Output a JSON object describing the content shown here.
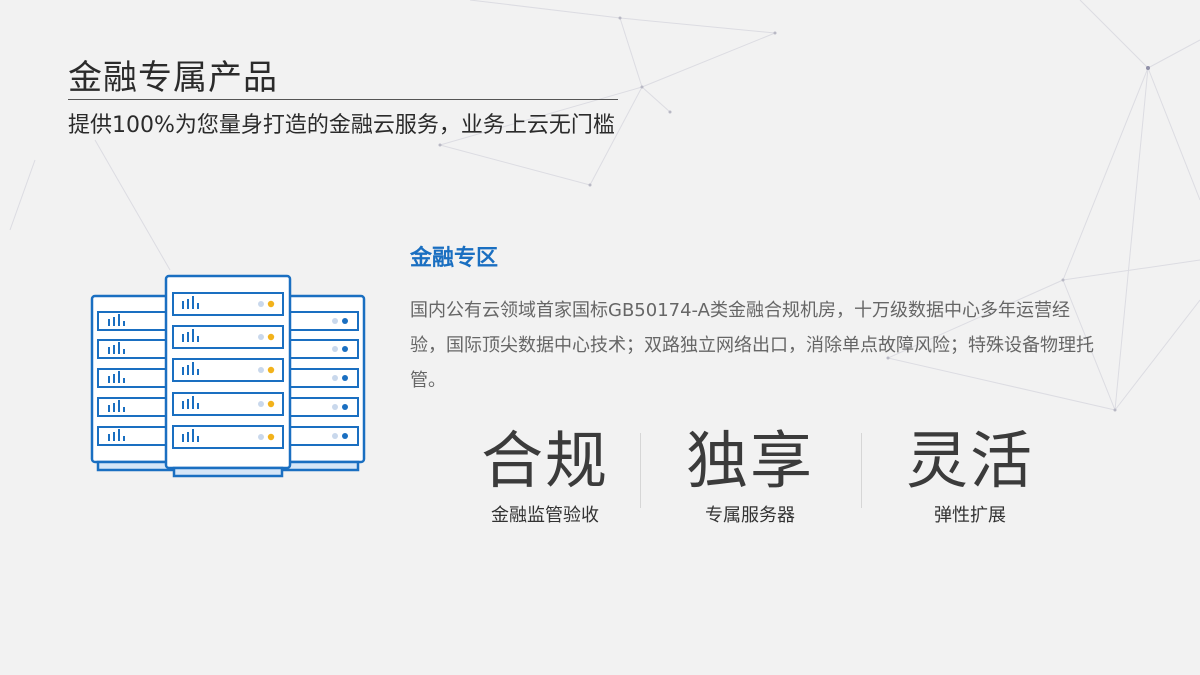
{
  "header": {
    "title": "金融专属产品",
    "subtitle": "提供100%为您量身打造的金融云服务，业务上云无门槛"
  },
  "section": {
    "title": "金融专区",
    "description": "国内公有云领域首家国标GB50174-A类金融合规机房，十万级数据中心多年运营经验，国际顶尖数据中心技术；双路独立网络出口，消除单点故障风险；特殊设备物理托管。"
  },
  "features": [
    {
      "headline": "合规",
      "caption": "金融监管验收"
    },
    {
      "headline": "独享",
      "caption": "专属服务器"
    },
    {
      "headline": "灵活",
      "caption": "弹性扩展"
    }
  ],
  "illustration": {
    "icon": "server-rack-icon",
    "colors": {
      "outline": "#1a6fc1",
      "fill": "#ffffff",
      "led_amber": "#f2b21b",
      "led_blue": "#1a6fc1",
      "led_dim": "#c9d8ec"
    }
  },
  "theme": {
    "accent": "#1a6fc1",
    "background": "#f2f2f2",
    "text_dark": "#2b2b2b",
    "text_muted": "#666666"
  }
}
